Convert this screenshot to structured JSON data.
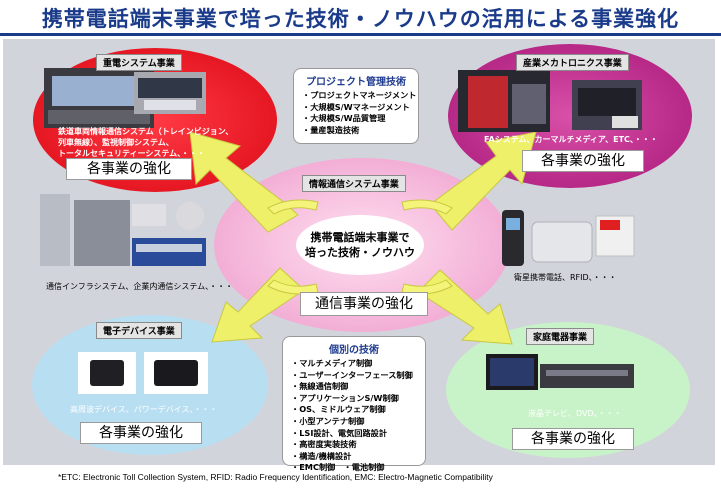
{
  "title": "携帯電話端末事業で培った技術・ノウハウの活用による事業強化",
  "center": {
    "line1": "携帯電話端末事業で",
    "line2": "培った技術・ノウハウ"
  },
  "info_label": "情報通信システム事業",
  "info_strengthen": "通信事業の強化",
  "info_note": "通信インフラシステム、企業内通信システム、・・・",
  "satellite_note": "衛星携帯電話、RFID、・・・",
  "project": {
    "title": "プロジェクト管理技術",
    "items": [
      "プロジェクトマネージメント",
      "大規模S/Wマネージメント",
      "大規模S/W品質管理",
      "量産製造技術"
    ]
  },
  "individual": {
    "title": "個別の技術",
    "items": [
      "マルチメディア制御",
      "ユーザーインターフェース制御",
      "無線通信制御",
      "アプリケーションS/W制御",
      "OS、ミドルウェア制御",
      "小型アンテナ制御",
      "LSI設計、電気回路設計",
      "高密度実装技術",
      "構造/機構設計",
      "EMC制御　・電池制御"
    ]
  },
  "heavy": {
    "label": "重電システム事業",
    "desc": [
      "鉄道車両情報通信システム（トレインビジョン、",
      "列車無線）、監視制御システム、",
      "トータルセキュリティーシステム、・・・"
    ],
    "strengthen": "各事業の強化"
  },
  "mecha": {
    "label": "産業メカトロニクス事業",
    "desc": "FAシステム、カーマルチメディア、ETC、・・・",
    "strengthen": "各事業の強化"
  },
  "device": {
    "label": "電子デバイス事業",
    "desc": "高周波デバイス、パワーデバイス、・・・",
    "strengthen": "各事業の強化"
  },
  "home": {
    "label": "家庭電器事業",
    "desc": "液晶テレビ、DVD、・・・",
    "strengthen": "各事業の強化"
  },
  "footnote": "*ETC: Electronic Toll Collection System, RFID: Radio Frequency Identification, EMC: Electro-Magnetic Compatibility",
  "colors": {
    "title": "#1a3a8a",
    "red": "#e8202c",
    "purple": "#c03090",
    "green": "#c4f0c4",
    "blue": "#b4ddf4",
    "pink": "#f4b4da",
    "arrow": "#eef070"
  }
}
